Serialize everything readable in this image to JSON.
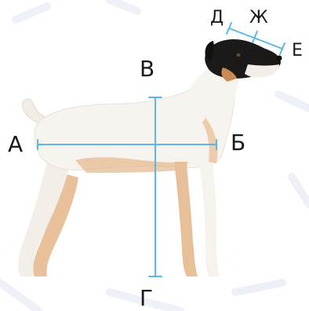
{
  "labels": {
    "a": "А",
    "b": "Б",
    "v": "В",
    "g": "Г",
    "d": "Д",
    "e": "Е",
    "zh": "Ж"
  },
  "colors": {
    "measure_line": "#5bb8e6",
    "coat_white": "#f7f4ef",
    "coat_tan": "#d9a06e",
    "head_black": "#1c1a19",
    "label_text": "#1a1a1a"
  },
  "icons": {
    "subject": "dog-silhouette"
  }
}
